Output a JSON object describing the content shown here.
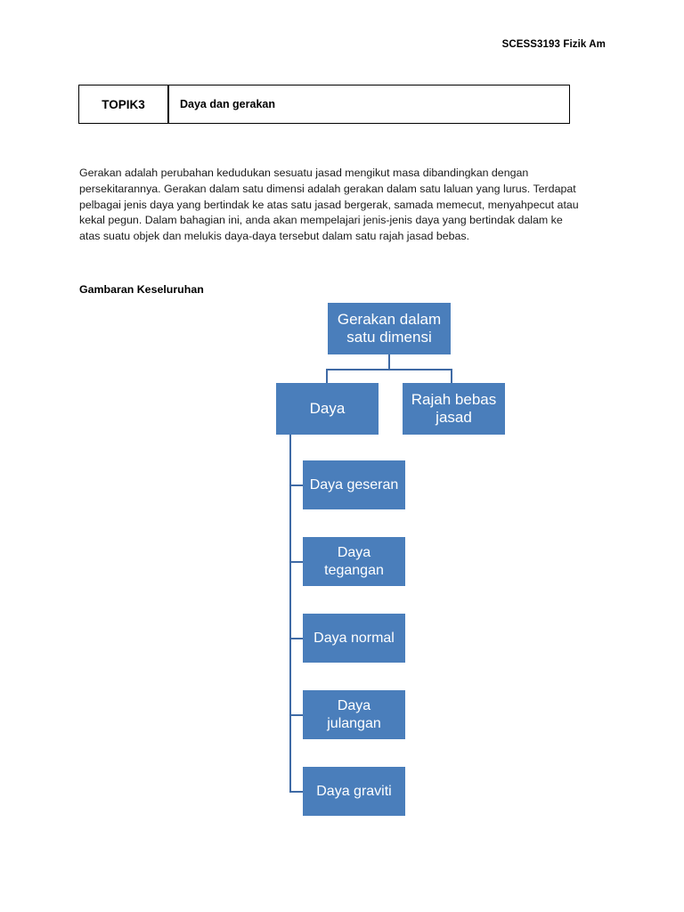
{
  "header": {
    "course_code_title": "SCESS3193 Fizik Am"
  },
  "topic_box": {
    "label": "TOPIK3",
    "title": "Daya dan gerakan"
  },
  "body": {
    "paragraph": "Gerakan adalah perubahan kedudukan sesuatu jasad mengikut masa dibandingkan dengan persekitarannya. Gerakan dalam satu dimensi adalah gerakan dalam satu laluan yang lurus. Terdapat pelbagai jenis daya yang bertindak ke atas satu jasad bergerak, samada memecut, menyahpecut atau kekal pegun. Dalam bahagian ini, anda akan mempelajari jenis-jenis daya yang bertindak dalam ke atas suatu objek dan melukis daya-daya tersebut dalam satu rajah jasad bebas."
  },
  "section": {
    "heading": "Gambaran Keseluruhan"
  },
  "diagram": {
    "node_color": "#4a7ebb",
    "connector_color": "#3f6aa5",
    "text_color": "#ffffff",
    "root": {
      "label": "Gerakan dalam satu dimensi"
    },
    "branches": [
      {
        "label": "Daya"
      },
      {
        "label": "Rajah bebas jasad"
      }
    ],
    "children": [
      {
        "label": "Daya geseran"
      },
      {
        "label": "Daya tegangan"
      },
      {
        "label": "Daya normal"
      },
      {
        "label": "Daya julangan"
      },
      {
        "label": "Daya graviti"
      }
    ]
  }
}
